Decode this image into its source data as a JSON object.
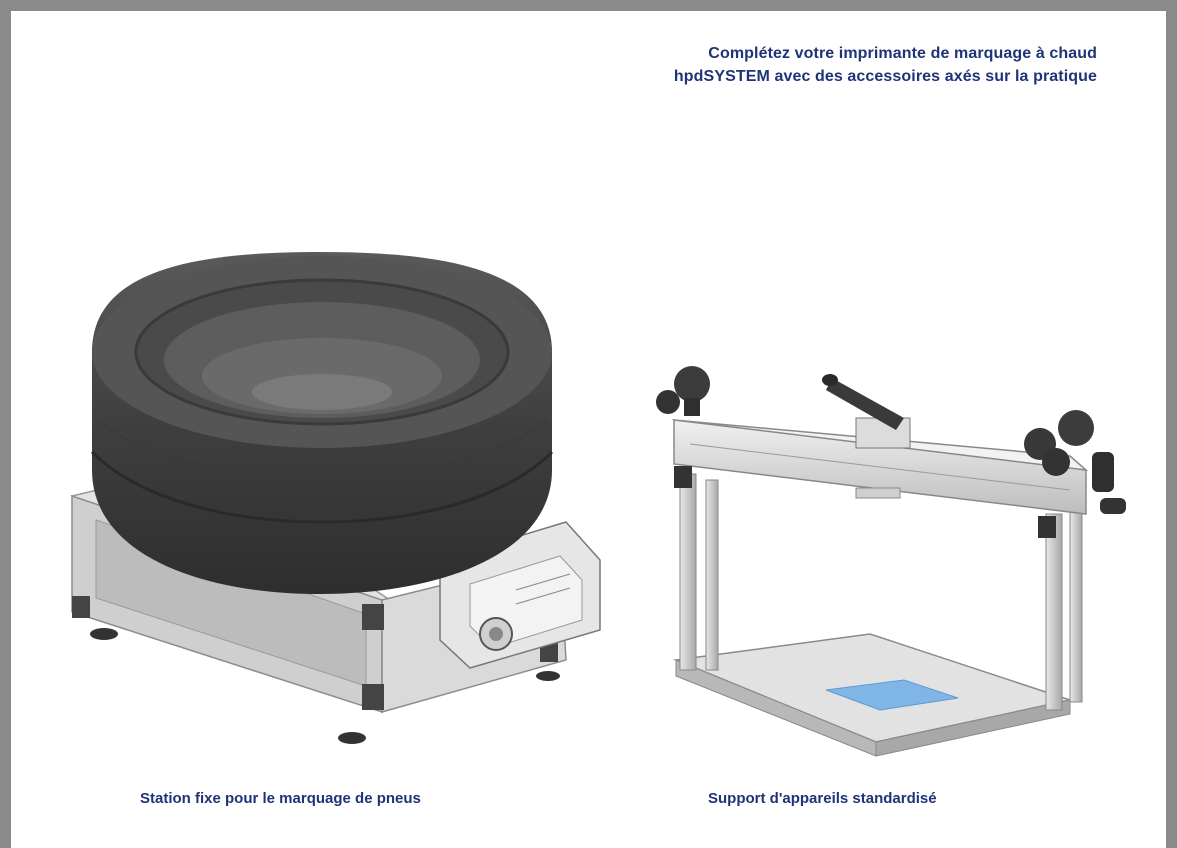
{
  "header": {
    "line1": "Complétez votre imprimante de marquage à chaud",
    "line2": "hpdSYSTEM avec des accessoires axés sur la pratique"
  },
  "products": [
    {
      "caption": "Station fixe pour le marquage de pneus",
      "image_icon": "tire-marking-station-illustration"
    },
    {
      "caption": "Support d'appareils standardisé",
      "image_icon": "device-holder-frame-illustration"
    }
  ],
  "colors": {
    "frame": "#8a8a8a",
    "text": "#1f3478",
    "tire": "#4a4a4a",
    "metal": "#d9d9d9",
    "pad": "#7fb6e6"
  }
}
